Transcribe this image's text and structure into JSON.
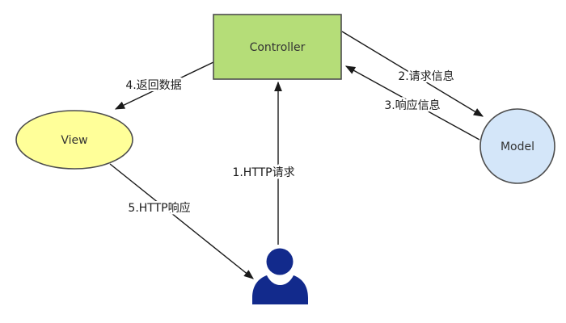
{
  "diagram": {
    "type": "mvc-architecture-flow",
    "background": "#ffffff",
    "edge_color": "#1a1a1a",
    "shape_border_color": "#4d4d4d",
    "nodes": {
      "controller": {
        "label": "Controller",
        "shape": "rectangle",
        "fill": "#b5dd78",
        "text_color": "#333333"
      },
      "view": {
        "label": "View",
        "shape": "ellipse",
        "fill": "#ffff99",
        "text_color": "#333333"
      },
      "model": {
        "label": "Model",
        "shape": "circle",
        "fill": "#d4e6f9",
        "text_color": "#333333"
      },
      "user": {
        "icon": "person-icon",
        "fill": "#122a8c"
      }
    },
    "edges": [
      {
        "label": "1.HTTP请求",
        "from": "user",
        "to": "controller"
      },
      {
        "label": "2.请求信息",
        "from": "controller",
        "to": "model"
      },
      {
        "label": "3.响应信息",
        "from": "model",
        "to": "controller"
      },
      {
        "label": "4.返回数据",
        "from": "controller",
        "to": "view"
      },
      {
        "label": "5.HTTP响应",
        "from": "view",
        "to": "user"
      }
    ]
  }
}
